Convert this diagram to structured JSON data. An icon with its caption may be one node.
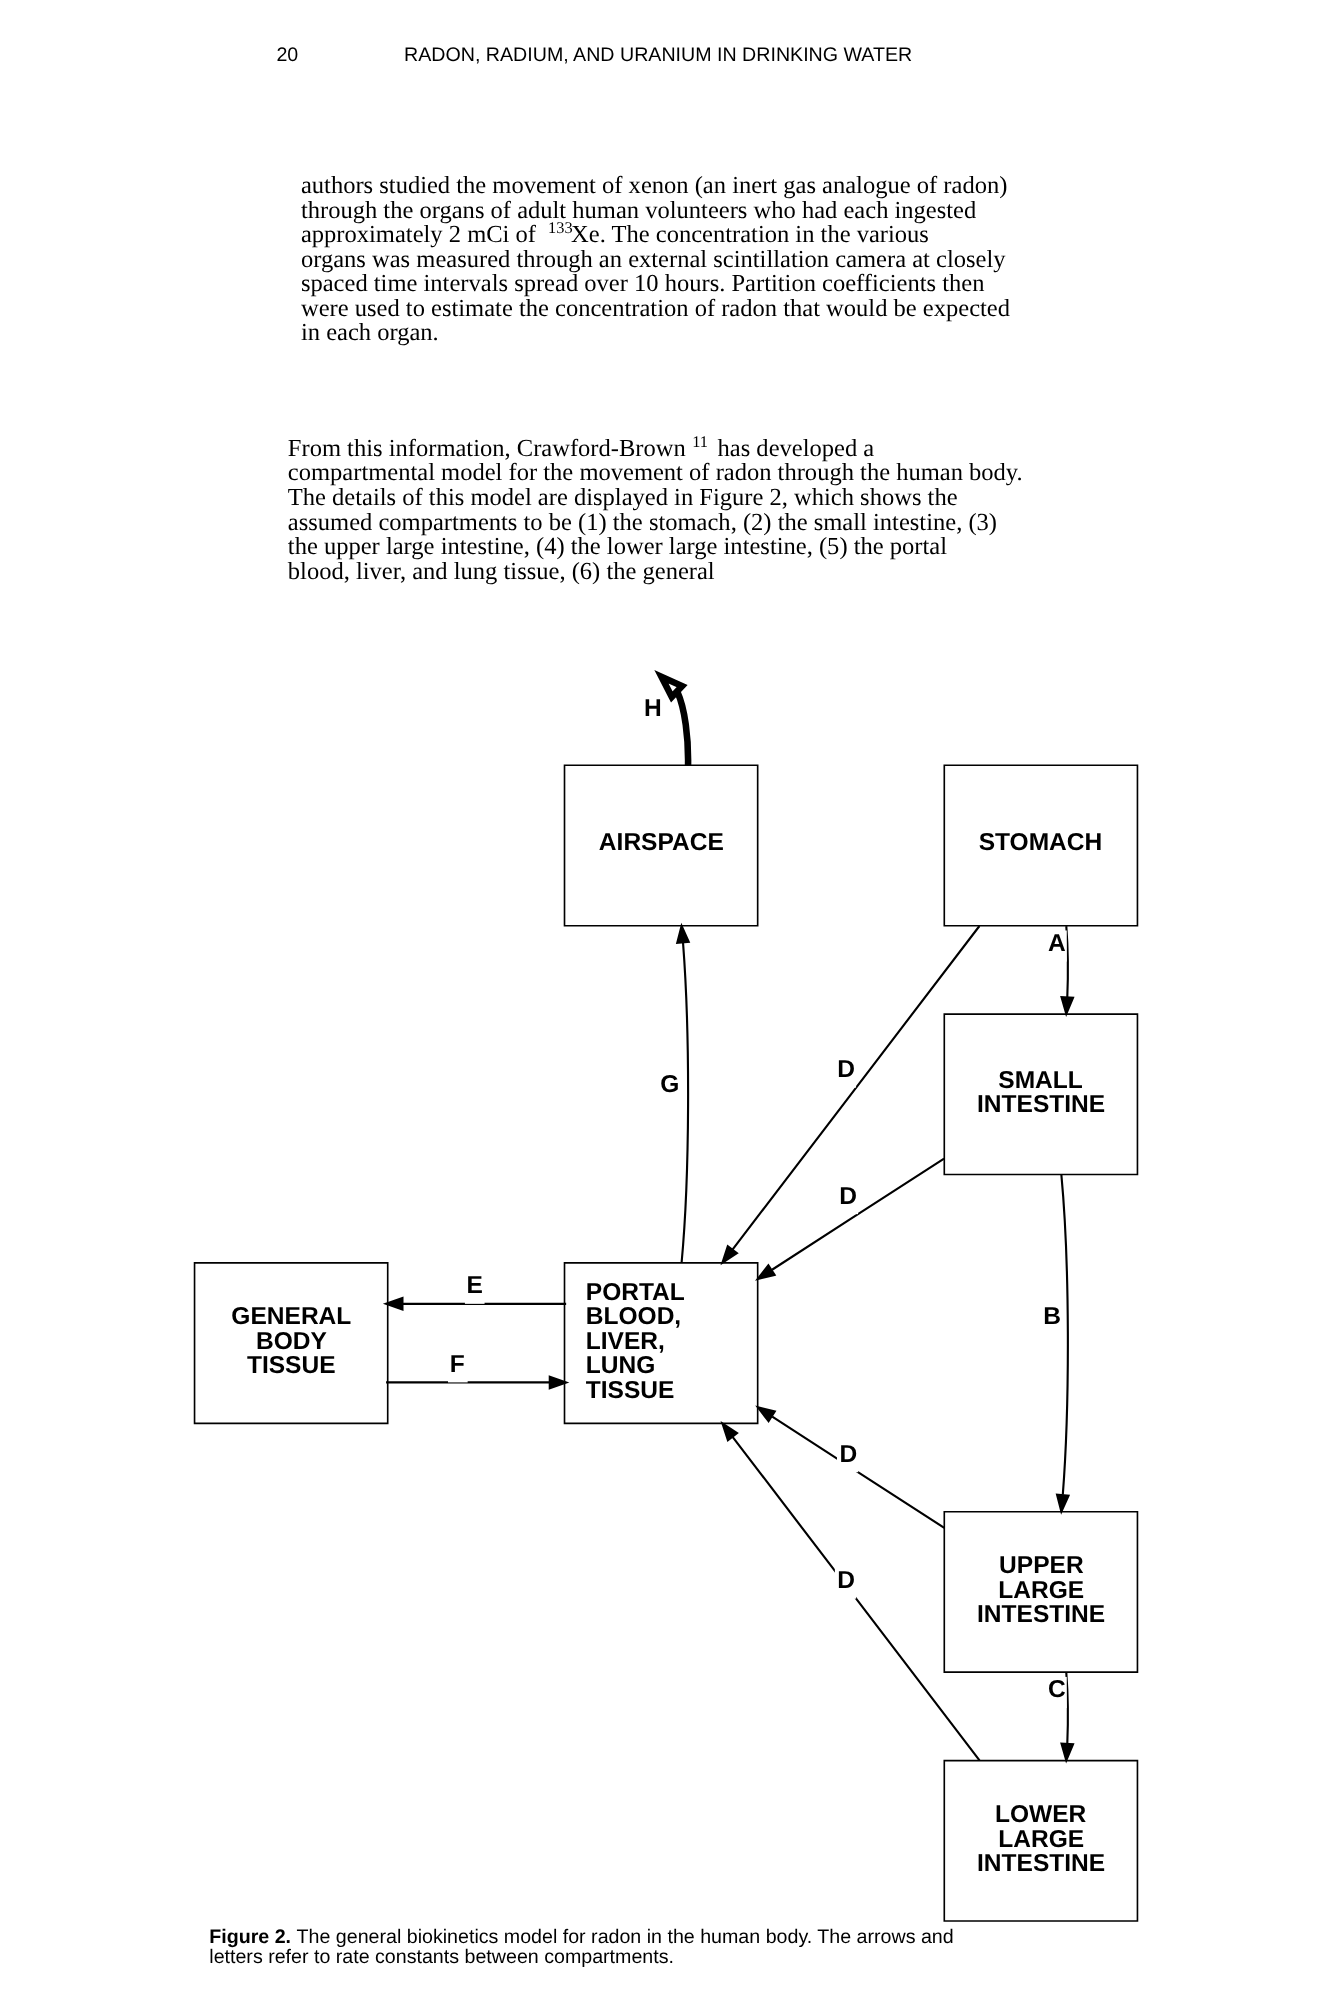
{
  "diagram": {
    "caption": "**Figure 2.** The general biokinetics model for radon in the human body. The arrows and letters refer to rate constants between compartments.",
    "nodes": [
      {
        "text": [
          "AIRSPACE"
        ]
      },
      {
        "text": [
          "STOMACH"
        ]
      },
      {
        "text": [
          "SMALL INTESTINE"
        ]
      },
      {
        "text": [
          "GENERAL BODY TISSUE"
        ]
      },
      {
        "text": [
          "PORTAL BLOOD, LIVER, LUNG TISSUE"
        ]
      },
      {
        "text": [
          "UPPER LARGE INTESTINE"
        ]
      },
      {
        "text": [
          "LOWER LARGE INTESTINE"
        ]
      }
    ],
    "edges": [
      {
        "from": 0,
        "to": null,
        "arrow": "to",
        "label": "H",
        "style": "thick"
      },
      {
        "from": 4,
        "to": 0,
        "arrow": "to",
        "label": "G"
      },
      {
        "from": 1,
        "to": 4,
        "arrow": "to",
        "label": "D"
      },
      {
        "from": 1,
        "to": 2,
        "arrow": "to",
        "label": "A"
      },
      {
        "from": 2,
        "to": 4,
        "arrow": "to",
        "label": "D"
      },
      {
        "from": 4,
        "to": 3,
        "arrow": "to",
        "label": "E"
      },
      {
        "from": 3,
        "to": 4,
        "arrow": "to",
        "label": "F"
      },
      {
        "from": 2,
        "to": 5,
        "arrow": "to",
        "label": "B"
      },
      {
        "from": 5,
        "to": 4,
        "arrow": "to",
        "label": "D"
      },
      {
        "from": 5,
        "to": 6,
        "arrow": "to",
        "label": "C"
      },
      {
        "from": 6,
        "to": 4,
        "arrow": "to",
        "label": "D"
      }
    ],
    "labels": [
      "20",
      "RADON, RADIUM, AND URANIUM IN DRINKING WATER",
      "authors studied the movement of xenon (an inert gas analogue of radon) through the organs of adult human volunteers who had each ingested approximately 2 mCi of $^{133}$Xe. The concentration in the various organs was measured through an external scintillation camera at closely spaced time intervals spread over 10 hours. Partition coefficients then were used to estimate the concentration of radon that would be expected in each organ.",
      "From this information, Crawford-Brown$^{11}$ has developed a compartmental model for the movement of radon through the human body. The details of this model are displayed in Figure 2, which shows the assumed compartments to be (1) the stomach, (2) the small intestine, (3) the upper large intestine, (4) the lower large intestine, (5) the portal blood, liver, and lung tissue, (6) the general"
    ]
  }
}
